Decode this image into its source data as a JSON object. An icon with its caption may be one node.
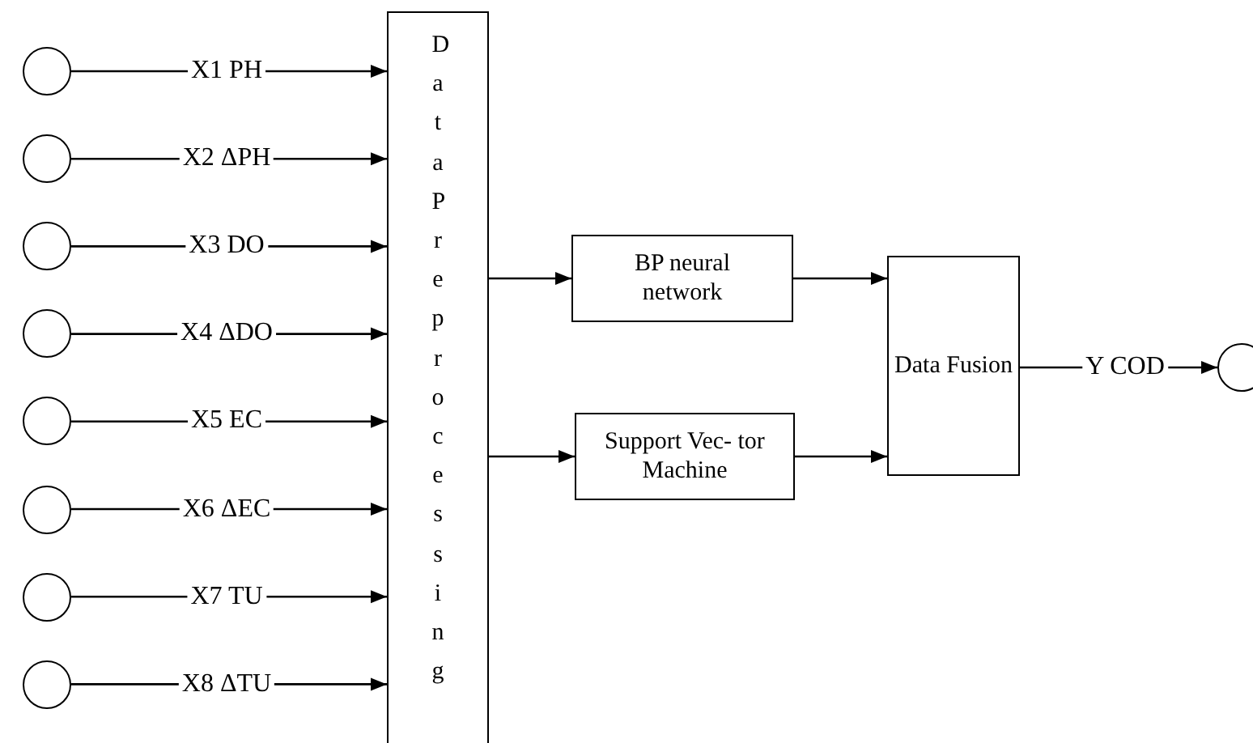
{
  "diagram": {
    "nodes": [
      {
        "text": [],
        "shape": "circle"
      },
      {
        "text": [],
        "shape": "circle"
      },
      {
        "text": [],
        "shape": "circle"
      },
      {
        "text": [],
        "shape": "circle"
      },
      {
        "text": [],
        "shape": "circle"
      },
      {
        "text": [],
        "shape": "circle"
      },
      {
        "text": [],
        "shape": "circle"
      },
      {
        "text": [],
        "shape": "circle"
      },
      {
        "text": [
          "Data Preprocessing"
        ]
      },
      {
        "text": [
          "BP neural network"
        ]
      },
      {
        "text": [
          "Support Vec- tor Machine"
        ]
      },
      {
        "text": [
          "Data Fusion"
        ]
      },
      {
        "text": [],
        "shape": "circle"
      }
    ],
    "edges": [
      {
        "from": 0,
        "to": 8,
        "arrow": "to",
        "label": "X1 PH"
      },
      {
        "from": 1,
        "to": 8,
        "arrow": "to",
        "label": "X2 ΔPH"
      },
      {
        "from": 2,
        "to": 8,
        "arrow": "to",
        "label": "X3 DO"
      },
      {
        "from": 3,
        "to": 8,
        "arrow": "to",
        "label": "X4 ΔDO"
      },
      {
        "from": 4,
        "to": 8,
        "arrow": "to",
        "label": "X5 EC"
      },
      {
        "from": 5,
        "to": 8,
        "arrow": "to",
        "label": "X6 ΔEC"
      },
      {
        "from": 6,
        "to": 8,
        "arrow": "to",
        "label": "X7 TU"
      },
      {
        "from": 7,
        "to": 8,
        "arrow": "to",
        "label": "X8 ΔTU"
      },
      {
        "from": 8,
        "to": 9,
        "arrow": "to"
      },
      {
        "from": 8,
        "to": 10,
        "arrow": "to"
      },
      {
        "from": 9,
        "to": 11,
        "arrow": "to"
      },
      {
        "from": 10,
        "to": 11,
        "arrow": "to"
      },
      {
        "from": 11,
        "to": 12,
        "arrow": "to",
        "label": "Y COD"
      }
    ]
  }
}
